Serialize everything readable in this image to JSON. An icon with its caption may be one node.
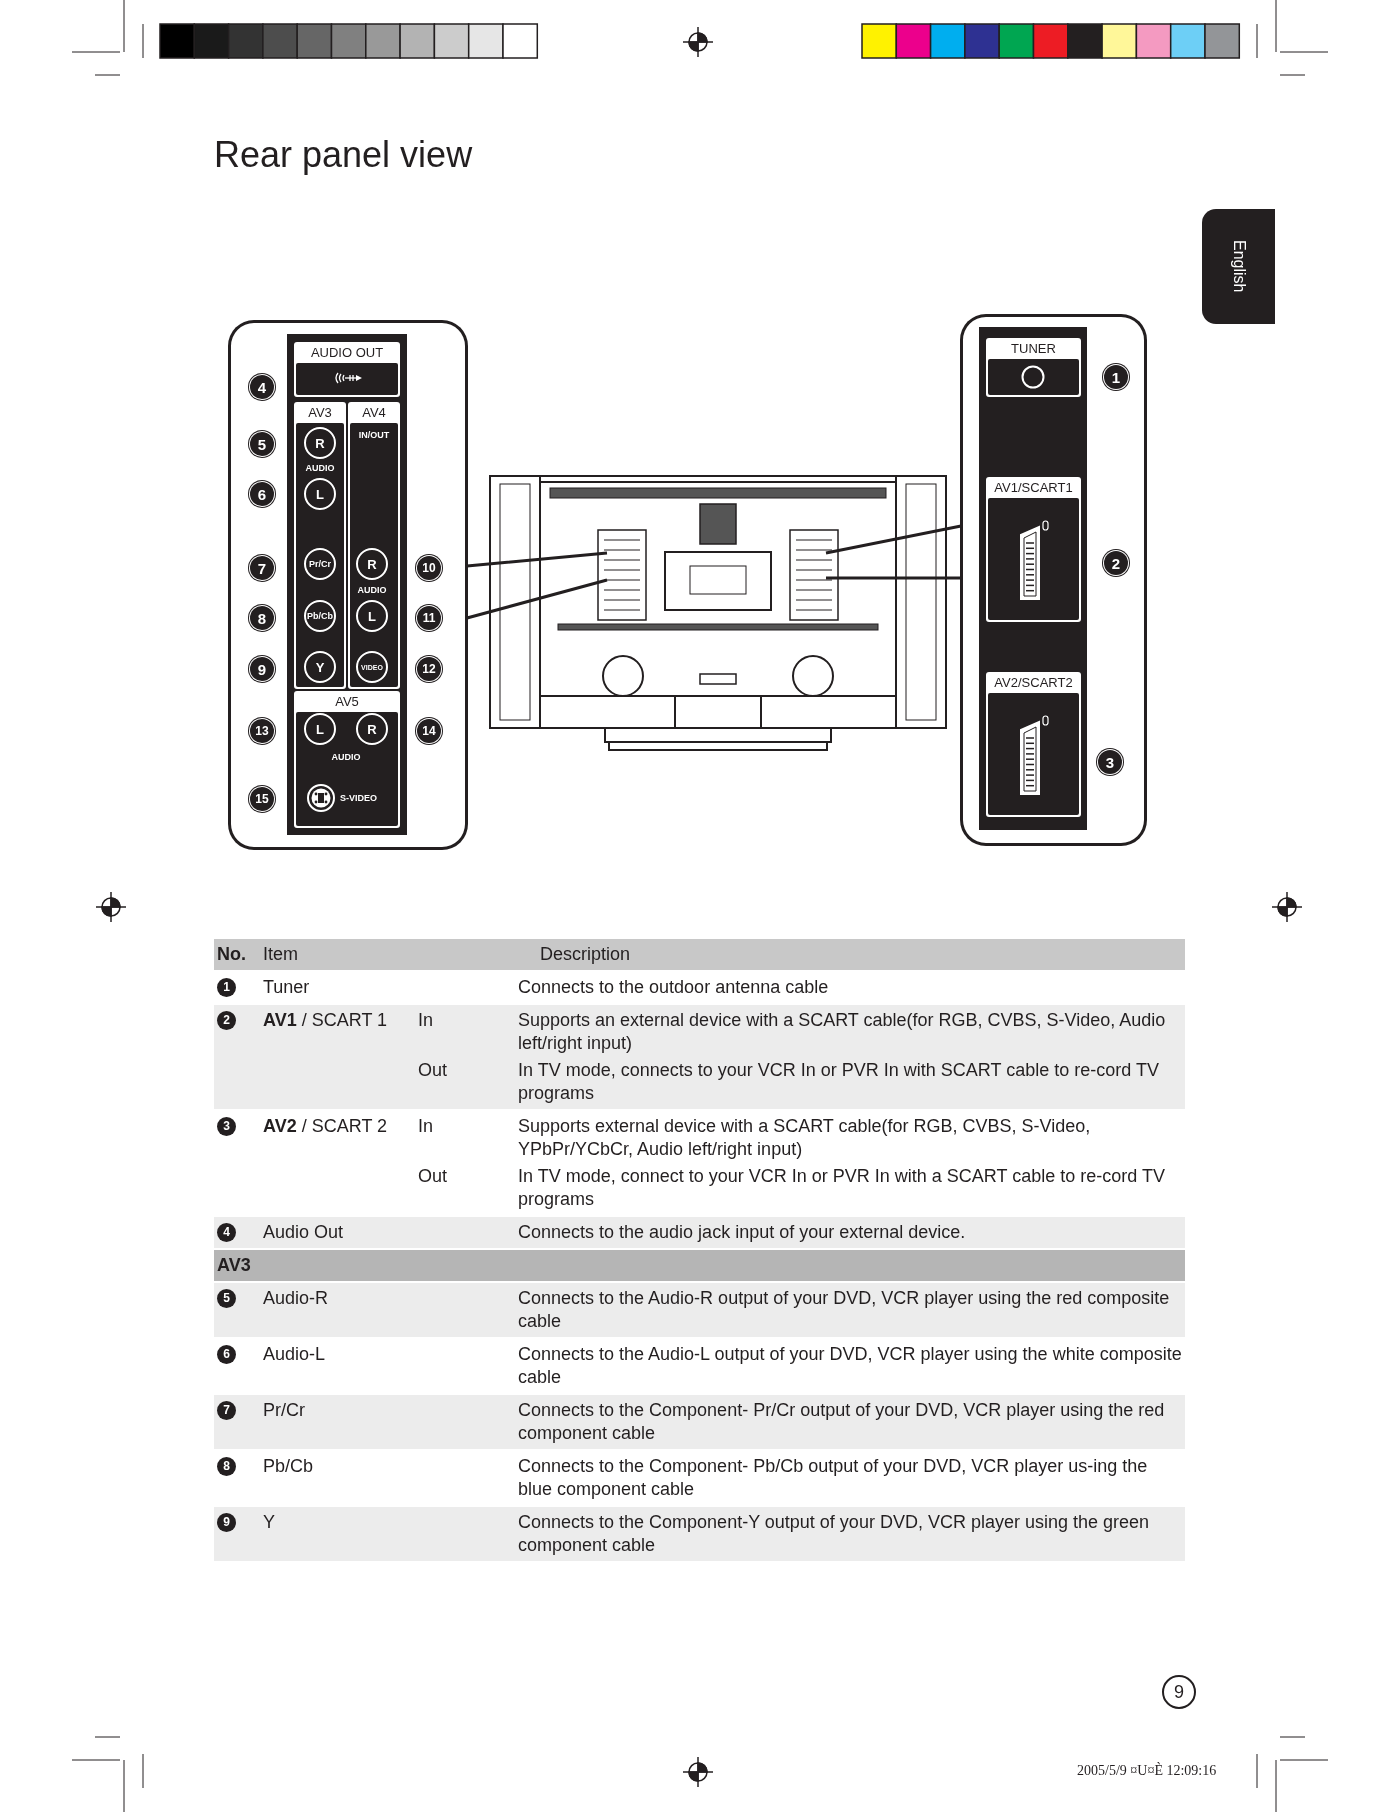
{
  "diagram": {
    "title": "Rear panel view",
    "nodes": [
      {
        "text": [],
        "shape": "box"
      },
      {
        "text": [
          "AUDIO OUT"
        ],
        "in": 0
      },
      {
        "text": [
          "AV3"
        ],
        "in": 0
      },
      {
        "text": [
          "R"
        ],
        "in": 2
      },
      {
        "text": [
          "L"
        ],
        "in": 2
      },
      {
        "text": [
          "Pr/Cr"
        ],
        "in": 2
      },
      {
        "text": [
          "Pb/Cb"
        ],
        "in": 2
      },
      {
        "text": [
          "Y"
        ],
        "in": 2
      },
      {
        "text": [
          "AV4",
          "IN/OUT"
        ],
        "in": 0
      },
      {
        "text": [
          "R"
        ],
        "in": 8
      },
      {
        "text": [
          "L"
        ],
        "in": 8
      },
      {
        "text": [
          "VIDEO"
        ],
        "in": 8
      },
      {
        "text": [
          "AV5"
        ],
        "in": 0
      },
      {
        "text": [
          "L"
        ],
        "in": 12
      },
      {
        "text": [
          "R"
        ],
        "in": 12
      },
      {
        "text": [],
        "shape": "picture"
      },
      {
        "text": [],
        "shape": "box"
      },
      {
        "text": [
          "TUNER"
        ],
        "in": 16
      },
      {
        "text": [
          "AV1/SCART1"
        ],
        "in": 16
      },
      {
        "text": [
          "AV2/SCART2"
        ],
        "in": 16
      },
      {
        "text": [
          "English"
        ]
      },
      {
        "text": [
          "9"
        ]
      }
    ],
    "edges": [
      {
        "from": 0,
        "to": 15,
        "arrow": "none"
      },
      {
        "from": 16,
        "to": 15,
        "arrow": "none"
      }
    ],
    "labels": [
      "4",
      "5",
      "6",
      "7",
      "8",
      "9",
      "13",
      "15",
      "10",
      "11",
      "12",
      "14",
      "AUDIO",
      "AUDIO",
      "AUDIO",
      "S-VIDEO",
      "1",
      "2",
      "3",
      "No.",
      "Item",
      "Description",
      "1",
      "Tuner",
      "Connects to the outdoor antenna cable",
      "2",
      "**AV1** / SCART 1",
      "In",
      "Supports an external device with a SCART cable(for RGB, CVBS, S-Video, Audio left/right input)",
      "Out",
      "In TV mode, connects to your VCR In or PVR In with SCART cable to re-cord TV programs",
      "3",
      "**AV2** / SCART 2",
      "In",
      "Supports external device with a SCART cable(for RGB, CVBS, S-Video, YPbPr/YCbCr, Audio left/right input)",
      "Out",
      "In TV mode, connect to your VCR In or PVR In with a SCART cable to re-cord TV programs",
      "4",
      "Audio Out",
      "Connects to the audio jack input of your external device.",
      "AV3",
      "5",
      "Audio-R",
      "Connects to the Audio-R output of your DVD, VCR player using the red composite cable",
      "6",
      "Audio-L",
      "Connects to the Audio-L output of your DVD, VCR player using the white composite cable",
      "7",
      "Pr/Cr",
      "Connects to the Component- Pr/Cr output of your DVD, VCR player using the red component cable",
      "8",
      "Pb/Cb",
      "Connects to the Component- Pb/Cb output of your DVD, VCR player us-ing the blue component cable",
      "9",
      "Y",
      "Connects to the Component-Y output of your DVD, VCR player using the green component cable",
      "2005/5/9 ¤U¤È 12:09:16"
    ]
  }
}
